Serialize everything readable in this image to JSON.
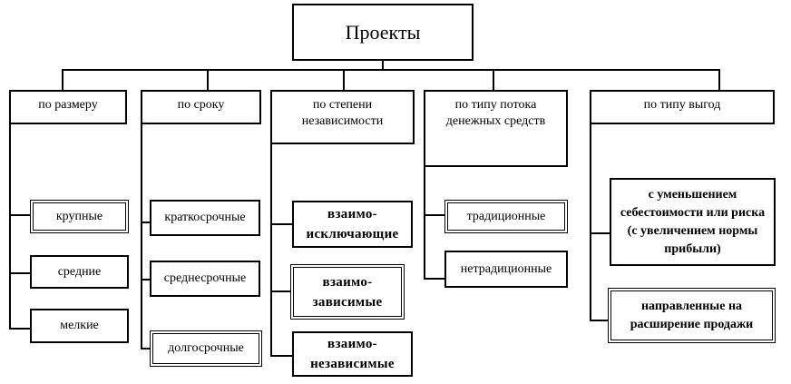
{
  "root": "Проекты",
  "categories": [
    {
      "label": "по размеру",
      "items": [
        "крупные",
        "средние",
        "мелкие"
      ]
    },
    {
      "label": "по сроку",
      "items": [
        "краткосрочные",
        "среднесрочные",
        "долгосрочные"
      ]
    },
    {
      "label": "по степени независимости",
      "items": [
        "взаимо-исключающие",
        "взаимо-зависимые",
        "взаимо-независимые"
      ]
    },
    {
      "label": "по типу потока денежных средств",
      "items": [
        "традиционные",
        "нетрадиционные"
      ]
    },
    {
      "label": "по типу выгод",
      "items": [
        "с уменьшением себестоимости или риска (с увеличением нормы прибыли)",
        "направленные на расширение продажи"
      ]
    }
  ]
}
